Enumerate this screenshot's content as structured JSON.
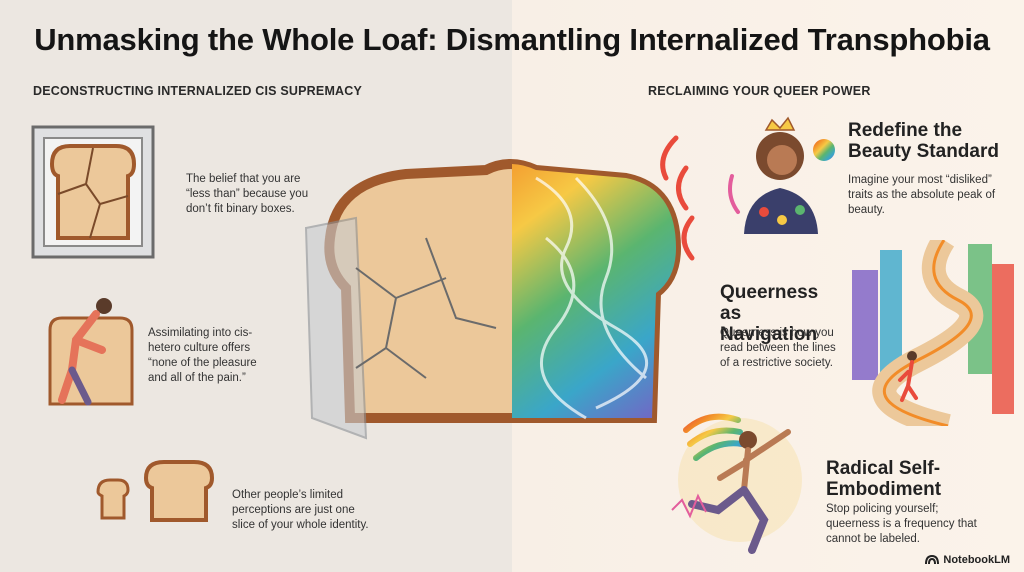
{
  "title": "Unmasking the Whole Loaf: Dismantling Internalized Transphobia",
  "left": {
    "heading": "DECONSTRUCTING INTERNALIZED CIS SUPREMACY",
    "items": [
      {
        "text": "The belief that you are “less than” because you don’t fit binary boxes."
      },
      {
        "text": "Assimilating into cis-hetero culture offers “none of the pleasure and all of the pain.”"
      },
      {
        "text": "Other people’s limited perceptions are just one slice of your whole identity."
      }
    ]
  },
  "right": {
    "heading": "RECLAIMING YOUR QUEER POWER",
    "items": [
      {
        "title": "Redefine the Beauty Standard",
        "text": "Imagine your most “disliked” traits as the absolute peak of beauty."
      },
      {
        "title": "Queerness as Navigation",
        "text": "Queerness is how you read between the lines of a restrictive society."
      },
      {
        "title": "Radical Self-Embodiment",
        "text": "Stop policing yourself; queerness is a frequency that cannot be labeled."
      }
    ]
  },
  "brand": "NotebookLM",
  "colors": {
    "bread_crust": "#a0592c",
    "bread_crumb": "#ecc89a",
    "glass": "#c9ccd0",
    "rainbow": [
      "#e94b3c",
      "#f28c28",
      "#f6c945",
      "#5bb56f",
      "#3aa6c9",
      "#7b5cc4",
      "#e35d9c"
    ]
  }
}
